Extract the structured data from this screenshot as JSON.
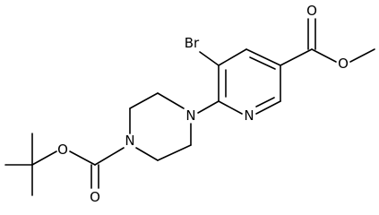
{
  "molecule": {
    "atoms": {
      "bromine": "Br",
      "pyridine_nitrogen": "N",
      "piperazine_n1": "N",
      "piperazine_n4": "N",
      "ester_carbonyl_oxygen": "O",
      "ester_methoxy_oxygen": "O",
      "carbamate_carbonyl_oxygen": "O",
      "carbamate_ether_oxygen": "O"
    }
  }
}
